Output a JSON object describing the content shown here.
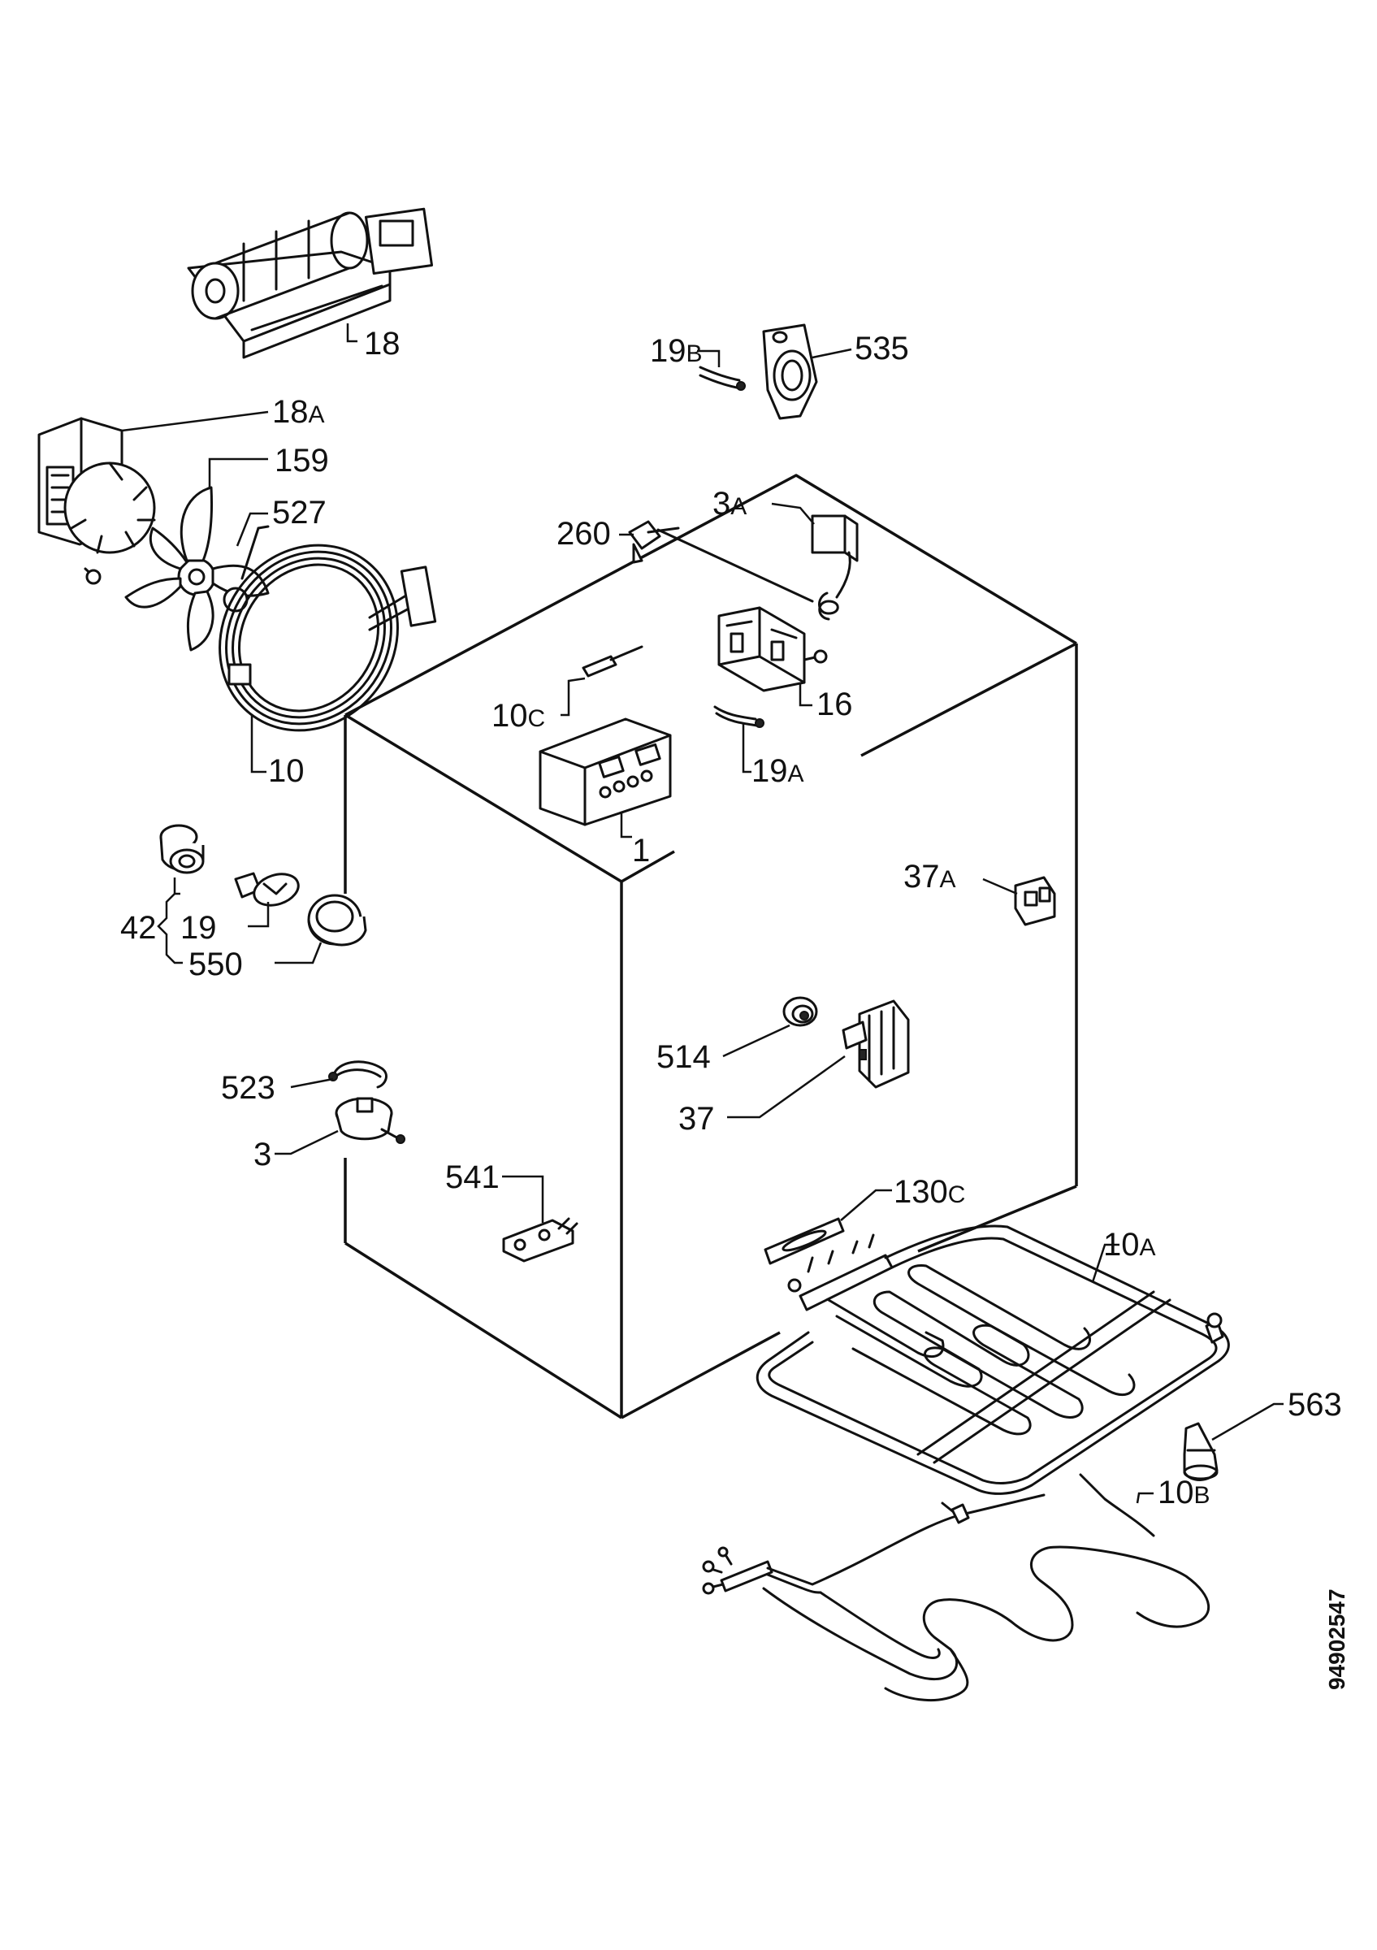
{
  "reference_number": "94902547",
  "callouts": {
    "c18": "18",
    "c18A": "18",
    "c18A_suffix": "A",
    "c159": "159",
    "c527": "527",
    "c10": "10",
    "c19B": "19",
    "c19B_suffix": "B",
    "c535": "535",
    "c3A": "3",
    "c3A_suffix": "A",
    "c260": "260",
    "c16": "16",
    "c10C": "10",
    "c10C_suffix": "C",
    "c19A": "19",
    "c19A_suffix": "A",
    "c1": "1",
    "c37A": "37",
    "c37A_suffix": "A",
    "c42": "42",
    "c19": "19",
    "c550": "550",
    "c514": "514",
    "c37": "37",
    "c523": "523",
    "c3": "3",
    "c541": "541",
    "c130C": "130",
    "c130C_suffix": "C",
    "c10A": "10",
    "c10A_suffix": "A",
    "c563": "563",
    "c10B": "10",
    "c10B_suffix": "B"
  }
}
